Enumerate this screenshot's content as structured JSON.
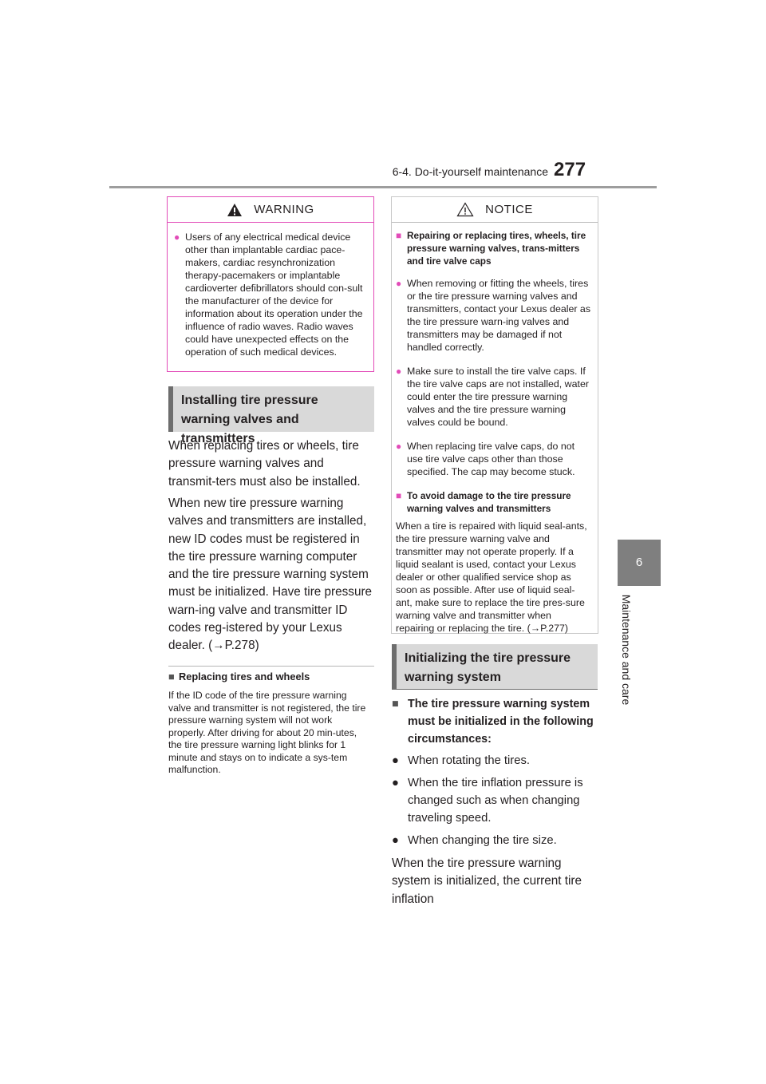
{
  "header": {
    "section": "6-4. Do-it-yourself maintenance",
    "page_number": "277"
  },
  "side_tab": {
    "number": "6",
    "label": "Maintenance and care"
  },
  "warning": {
    "title": "WARNING",
    "items": [
      "Users of any electrical medical device other than implantable cardiac pace-makers, cardiac resynchronization therapy-pacemakers or implantable cardioverter defibrillators should con-sult the manufacturer of the device for information about its operation under the influence of radio waves. Radio waves could have unexpected effects on the operation of such medical devices."
    ]
  },
  "installing": {
    "title": "Installing tire pressure warning valves and transmitters",
    "para1": "When replacing tires or wheels, tire pressure warning valves and transmit-ters must also be installed.",
    "para2": "When new tire pressure warning valves and transmitters are installed, new ID codes must be registered in the tire pressure warning computer and the tire pressure warning system must be initialized. Have tire pressure warn-ing valve and transmitter ID codes reg-istered by your Lexus dealer. (→P.278)"
  },
  "replacing": {
    "title": "Replacing tires and wheels",
    "text": "If the ID code of the tire pressure warning valve and transmitter is not registered, the tire pressure warning system will not work properly. After driving for about 20 min-utes, the tire pressure warning light blinks for 1 minute and stays on to indicate a sys-tem malfunction."
  },
  "notice": {
    "title": "NOTICE",
    "head1": "Repairing or replacing tires, wheels, tire pressure warning valves, trans-mitters and tire valve caps",
    "items": [
      "When removing or fitting the wheels, tires or the tire pressure warning valves and transmitters, contact your Lexus dealer as the tire pressure warn-ing valves and transmitters may be damaged if not handled correctly.",
      "Make sure to install the tire valve caps. If the tire valve caps are not installed, water could enter the tire pressure warning valves and the tire pressure warning valves could be bound.",
      "When replacing tire valve caps, do not use tire valve caps other than those specified. The cap may become stuck."
    ],
    "head2": "To avoid damage to the tire pressure warning valves and transmitters",
    "text2": "When a tire is repaired with liquid seal-ants, the tire pressure warning valve and transmitter may not operate properly. If a liquid sealant is used, contact your Lexus dealer or other qualified service shop as soon as possible. After use of liquid seal-ant, make sure to replace the tire pres-sure warning valve and transmitter when repairing or replacing the tire. (→P.277)"
  },
  "initializing": {
    "title": "Initializing the tire pressure warning system",
    "bold_head": "The tire pressure warning system must be initialized in the following circumstances:",
    "items": [
      "When rotating the tires.",
      "When the tire inflation pressure is changed such as when changing traveling speed.",
      "When changing the tire size."
    ],
    "text": "When the tire pressure warning system is initialized, the current tire inflation"
  }
}
